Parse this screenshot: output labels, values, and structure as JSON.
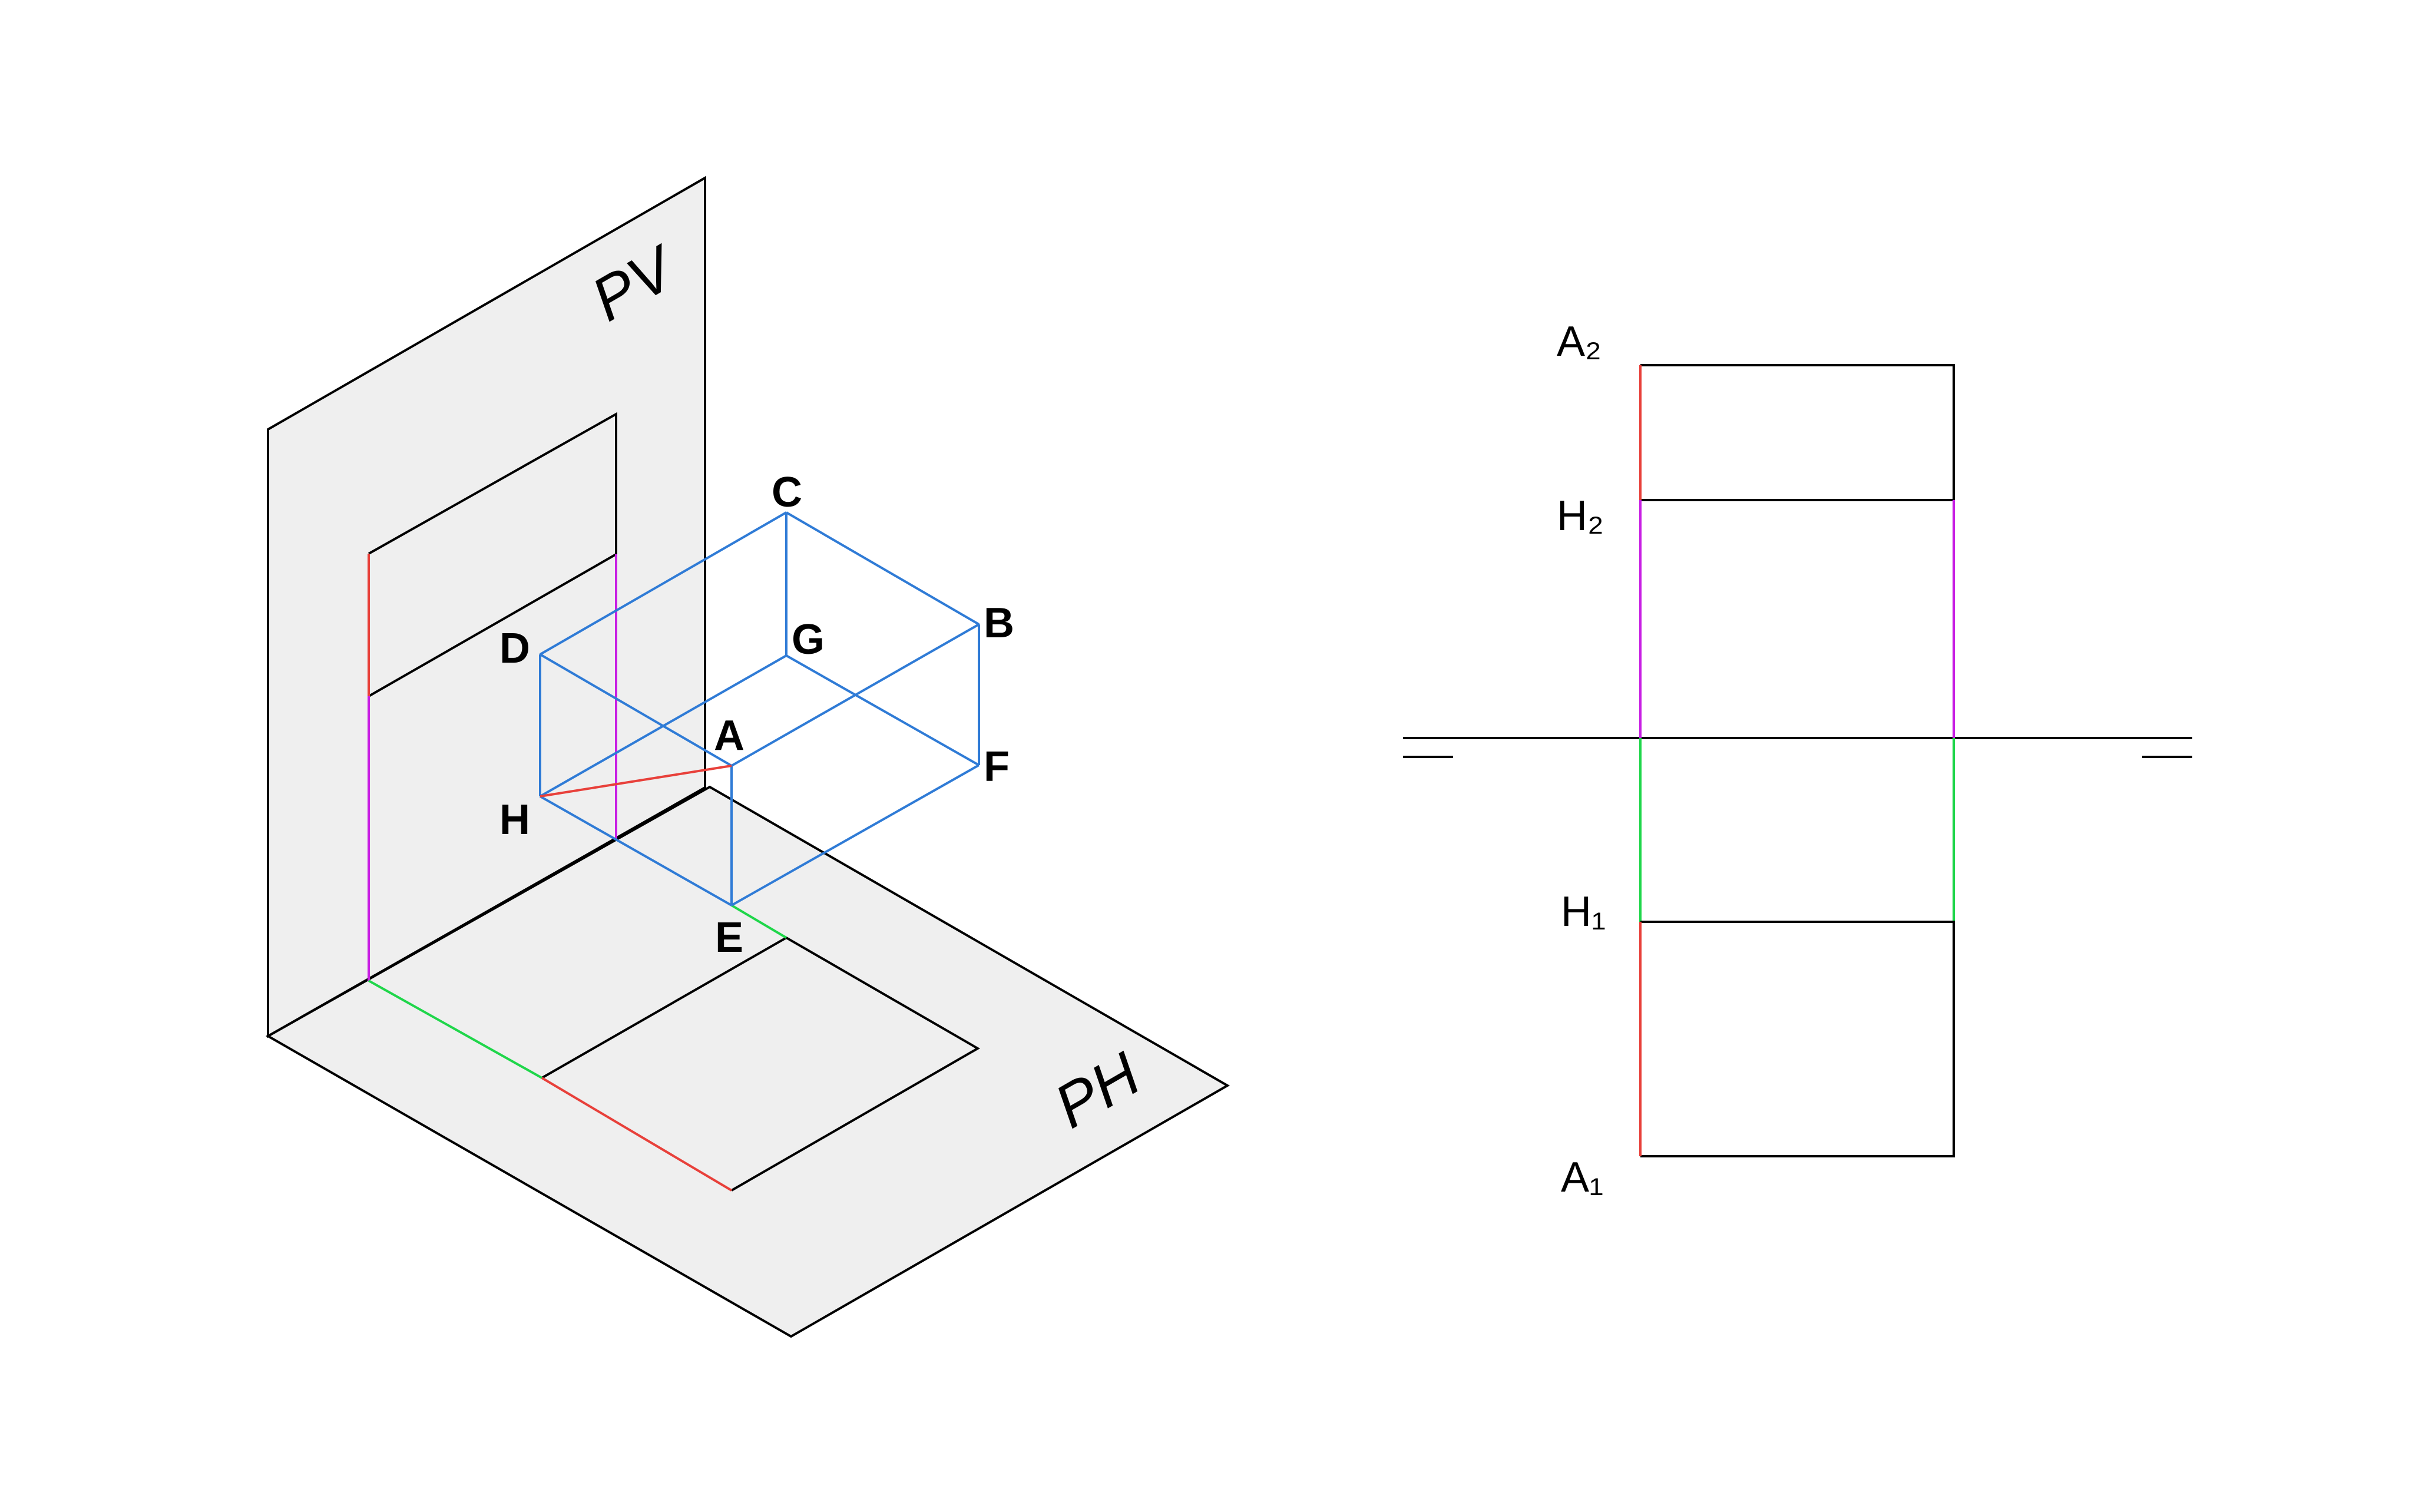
{
  "colors": {
    "outline": "#000000",
    "plane_fill": "#efefef",
    "cube": "#2f7bd6",
    "red": "#e8403a",
    "magenta": "#c81fe3",
    "green": "#1fd64a"
  },
  "isometric_view": {
    "planes": {
      "vertical": "PV",
      "horizontal": "PH"
    },
    "points": {
      "A": "A",
      "B": "B",
      "C": "C",
      "D": "D",
      "E": "E",
      "F": "F",
      "G": "G",
      "H": "H"
    }
  },
  "orthographic_view": {
    "labels": {
      "A2": "A₂",
      "H2": "H₂",
      "H1": "H₁",
      "A1": "A₁"
    }
  }
}
